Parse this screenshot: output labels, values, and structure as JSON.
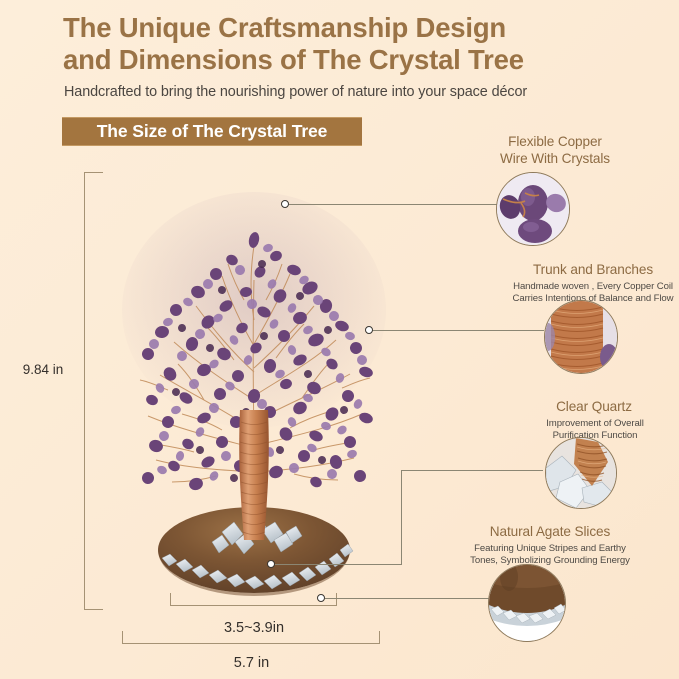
{
  "header": {
    "title_line1": "The Unique Craftsmanship Design",
    "title_line2": "and Dimensions of The Crystal Tree",
    "subtitle": "Handcrafted to bring the nourishing power of nature into your space décor",
    "banner_label": "The Size of The Crystal Tree"
  },
  "dimensions": {
    "height": "9.84 in",
    "base_inner_width": "3.5~3.9in",
    "base_outer_width": "5.7 in"
  },
  "callouts": [
    {
      "id": "flexible-copper-wire",
      "title_line1": "Flexible Copper",
      "title_line2": "Wire With Crystals",
      "desc_line1": "",
      "desc_line2": ""
    },
    {
      "id": "trunk-and-branches",
      "title_line1": "Trunk and Branches",
      "title_line2": "",
      "desc_line1": "Handmade woven , Every Copper Coil",
      "desc_line2": "Carries Intentions of Balance and Flow"
    },
    {
      "id": "clear-quartz",
      "title_line1": "Clear Quartz",
      "title_line2": "",
      "desc_line1": "Improvement of Overall",
      "desc_line2": "Purification Function"
    },
    {
      "id": "natural-agate-slices",
      "title_line1": "Natural Agate Slices",
      "title_line2": "",
      "desc_line1": "Featuring Unique Stripes and Earthy",
      "desc_line2": "Tones, Symbolizing Grounding Energy"
    }
  ],
  "colors": {
    "background": "#fdecd8",
    "title_brown": "#9a7346",
    "banner_brown": "#a3753f",
    "banner_border": "#c49a63",
    "body_text": "#4b4641",
    "bracket": "#a59274",
    "connector": "#8b8673",
    "amethyst": "#6b4a79",
    "copper": "#c07a45",
    "agate": "#7a5336",
    "quartz": "#d8dde2"
  },
  "product": {
    "material_crystal": "amethyst",
    "material_wire": "copper",
    "material_base": "agate slice with clear quartz"
  }
}
